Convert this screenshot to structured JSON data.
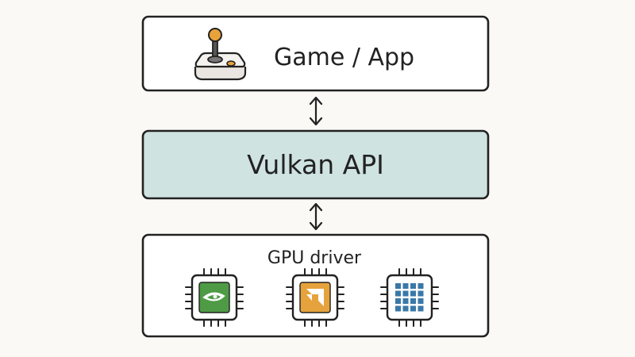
{
  "layers": {
    "app": {
      "label": "Game / App",
      "icon": "joystick-icon"
    },
    "api": {
      "label": "Vulkan API",
      "fill": "#cfe3e1"
    },
    "driver": {
      "label": "GPU driver",
      "chips": [
        {
          "icon": "nvidia-chip-icon",
          "accent": "#4e9a45"
        },
        {
          "icon": "amd-chip-icon",
          "accent": "#e6a23c"
        },
        {
          "icon": "intel-chip-icon",
          "accent": "#3a78a8"
        }
      ]
    }
  },
  "colors": {
    "stroke": "#222222",
    "background": "#fbf9f6",
    "joystick_ball": "#e8a23a"
  }
}
